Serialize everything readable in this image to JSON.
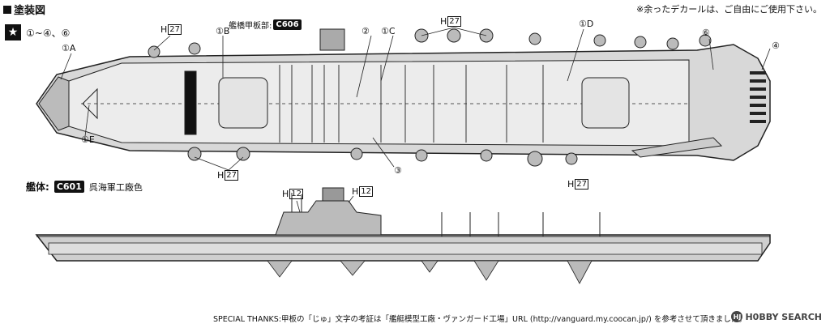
{
  "section_title": "塗装図",
  "header_note": "※余ったデカールは、ご自由にご使用下さい。",
  "star_range": "①~④、⑥",
  "bridge_deck": {
    "label": "艦橋甲板部:",
    "code": "C606"
  },
  "hull": {
    "label": "艦体:",
    "code": "C601",
    "color_name": "呉海軍工廠色"
  },
  "callouts": {
    "c1a": "①A",
    "c1b": "①B",
    "c1c": "①C",
    "c1d": "①D",
    "c1e": "①E",
    "c2": "②",
    "c3": "③",
    "c4": "④",
    "c6": "⑥"
  },
  "h_marks": {
    "h27_letter": "H",
    "h27_num": "27",
    "h12_letter": "H",
    "h12_num": "12"
  },
  "special_thanks": "SPECIAL THANKS:甲板の「じゅ」文字の考証は「艦艇模型工廠・ヴァンガード工場」URL (http://vanguard.my.coocan.jp/) を参考させて頂きました。",
  "logo": {
    "badge": "HJ",
    "text": "H0BBY SEARCH"
  }
}
